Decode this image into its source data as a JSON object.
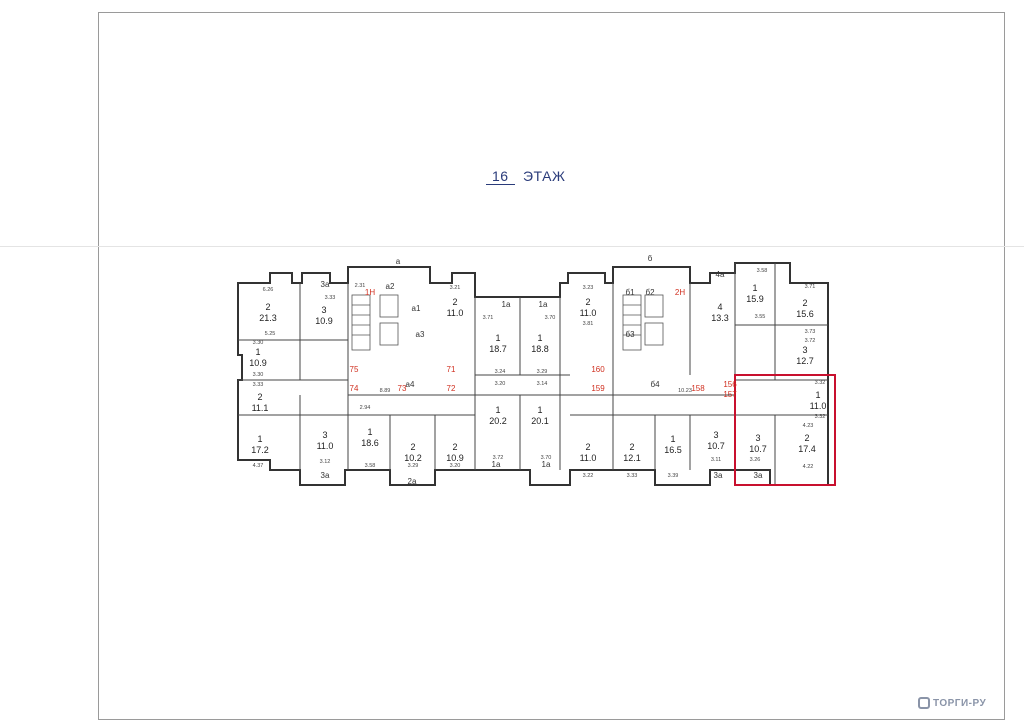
{
  "page": {
    "floor_number": "16",
    "floor_label": "ЭТАЖ",
    "watermark": "ТОРГИ-РУ"
  },
  "colors": {
    "wall": "#333333",
    "text": "#222222",
    "apartment_number": "#d03020",
    "highlight": "#c8102e",
    "title": "#2a3b7a"
  },
  "rooms": [
    {
      "id": "r1",
      "label": "2",
      "area": "21.3"
    },
    {
      "id": "r2",
      "label": "3",
      "area": "10.9"
    },
    {
      "id": "r3",
      "label": "1",
      "area": "10.9"
    },
    {
      "id": "r4",
      "label": "2",
      "area": "11.1"
    },
    {
      "id": "r5",
      "label": "1",
      "area": "17.2"
    },
    {
      "id": "r6",
      "label": "3",
      "area": "11.0"
    },
    {
      "id": "r7",
      "label": "1",
      "area": "18.6"
    },
    {
      "id": "r8",
      "label": "2",
      "area": "10.2"
    },
    {
      "id": "r9",
      "label": "2",
      "area": "11.0"
    },
    {
      "id": "r10",
      "label": "2",
      "area": "10.9"
    },
    {
      "id": "r11",
      "label": "1",
      "area": "18.7"
    },
    {
      "id": "r12",
      "label": "1",
      "area": "18.8"
    },
    {
      "id": "r13",
      "label": "1",
      "area": "20.2"
    },
    {
      "id": "r14",
      "label": "1",
      "area": "20.1"
    },
    {
      "id": "r15",
      "label": "2",
      "area": "11.0"
    },
    {
      "id": "r16",
      "label": "2",
      "area": "11.0"
    },
    {
      "id": "r17",
      "label": "2",
      "area": "12.1"
    },
    {
      "id": "r18",
      "label": "1",
      "area": "16.5"
    },
    {
      "id": "r19",
      "label": "3",
      "area": "10.7"
    },
    {
      "id": "r20",
      "label": "4",
      "area": "13.3"
    },
    {
      "id": "r21",
      "label": "1",
      "area": "15.9"
    },
    {
      "id": "r22",
      "label": "2",
      "area": "15.6"
    },
    {
      "id": "r23",
      "label": "3",
      "area": "12.7"
    },
    {
      "id": "r24",
      "label": "1",
      "area": "11.0"
    },
    {
      "id": "r25",
      "label": "3",
      "area": "10.7"
    },
    {
      "id": "r26",
      "label": "2",
      "area": "17.4"
    }
  ],
  "apartment_numbers": [
    "1Н",
    "2Н",
    "75",
    "74",
    "73",
    "72",
    "71",
    "160",
    "159",
    "158",
    "157",
    "156"
  ],
  "stair_labels": [
    "а",
    "а1",
    "а2",
    "а3",
    "а4",
    "б",
    "б1",
    "б2",
    "б3",
    "б4",
    "1а",
    "1а",
    "1а",
    "1а",
    "2а",
    "3а",
    "3а",
    "3а",
    "3а",
    "4а"
  ],
  "dimensions": [
    "6.26",
    "3.33",
    "3.30",
    "3.30",
    "3.33",
    "4.37",
    "3.12",
    "5.25",
    "3.58",
    "3.29",
    "3.20",
    "3.71",
    "3.70",
    "3.24",
    "3.20",
    "3.14",
    "3.29",
    "3.23",
    "3.72",
    "3.70",
    "3.22",
    "3.33",
    "3.39",
    "3.11",
    "3.58",
    "3.71",
    "3.55",
    "3.73",
    "3.72",
    "3.32",
    "3.32",
    "4.23",
    "4.22",
    "3.26",
    "8.89",
    "10.23",
    "2.94",
    "3.21",
    "2.31",
    "3.81"
  ]
}
